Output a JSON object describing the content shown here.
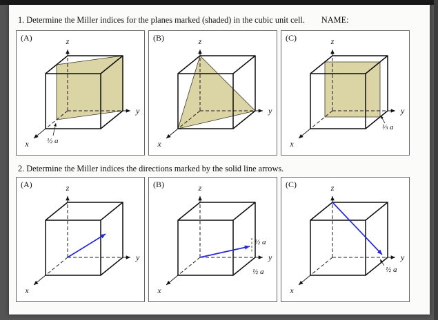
{
  "axes": {
    "x": "x",
    "y": "y",
    "z": "z"
  },
  "colors": {
    "plane_fill": "#d9d2a0",
    "direction_arrow": "#2228d8"
  },
  "q1": {
    "title": "1. Determine the Miller indices for the planes marked (shaded) in the cubic unit cell.",
    "name_label": "NAME:",
    "a": {
      "label": "(A)",
      "note": "½ a"
    },
    "b": {
      "label": "(B)"
    },
    "c": {
      "label": "(C)",
      "note": "⅓ a"
    }
  },
  "q2": {
    "title": "2. Determine the Miller indices the directions marked by the solid line arrows.",
    "a": {
      "label": "(A)"
    },
    "b": {
      "label": "(B)",
      "note_upper": "½ a",
      "note_lower": "½ a"
    },
    "c": {
      "label": "(C)",
      "note": "½ a"
    }
  }
}
